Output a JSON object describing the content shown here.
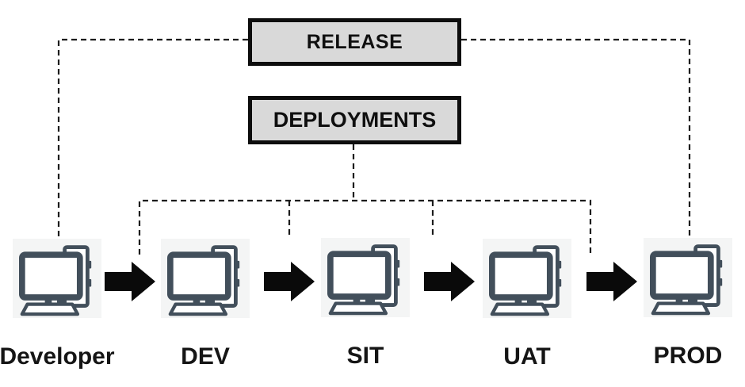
{
  "diagram": {
    "title_boxes": {
      "release": "RELEASE",
      "deployments": "DEPLOYMENTS"
    },
    "environments": [
      {
        "label": "Developer",
        "icon": "workstation-icon"
      },
      {
        "label": "DEV",
        "icon": "workstation-icon"
      },
      {
        "label": "SIT",
        "icon": "workstation-icon"
      },
      {
        "label": "UAT",
        "icon": "workstation-icon"
      },
      {
        "label": "PROD",
        "icon": "workstation-icon"
      }
    ],
    "flow_arrows": {
      "count": 4,
      "icon": "right-block-arrow-icon"
    },
    "connectors": {
      "release_targets": [
        "Developer",
        "PROD"
      ],
      "deployments_targets": [
        "Developer>DEV",
        "DEV>SIT",
        "SIT>UAT",
        "UAT>PROD"
      ],
      "style": "dashed"
    },
    "colors": {
      "box_fill": "#d9d9d9",
      "box_border": "#0d0d0d",
      "connector": "#1c1c1c",
      "icon_stroke": "#424f5b",
      "icon_bg": "#f4f5f5",
      "arrow_fill": "#0a0a0a",
      "label_text": "#151515"
    }
  }
}
